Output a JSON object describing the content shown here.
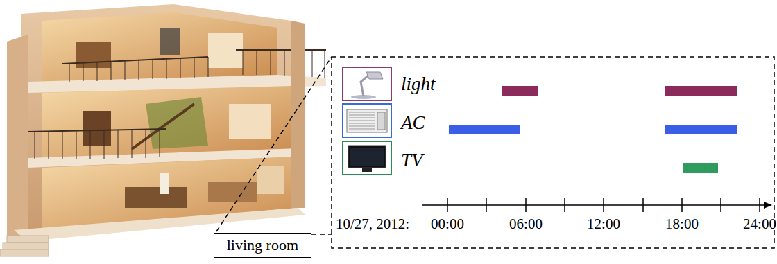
{
  "diagram": {
    "nodes": [
      {
        "text": [
          "living room"
        ]
      }
    ],
    "labels": [
      "light",
      "AC",
      "TV",
      "10/27, 2012:",
      "00:00",
      "06:00",
      "12:00",
      "18:00",
      "24:00"
    ]
  }
}
